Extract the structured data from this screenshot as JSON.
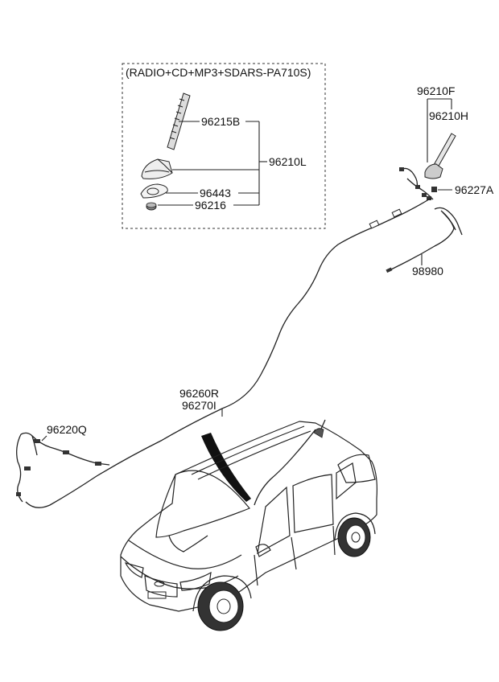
{
  "kit_caption": "(RADIO+CD+MP3+SDARS-PA710S)",
  "parts": {
    "p96215B": "96215B",
    "p96210L": "96210L",
    "p96443": "96443",
    "p96216": "96216",
    "p96210F": "96210F",
    "p96210H": "96210H",
    "p96227A": "96227A",
    "p98980": "98980",
    "p96260R": "96260R",
    "p96270I": "96270I",
    "p96220Q": "96220Q"
  }
}
